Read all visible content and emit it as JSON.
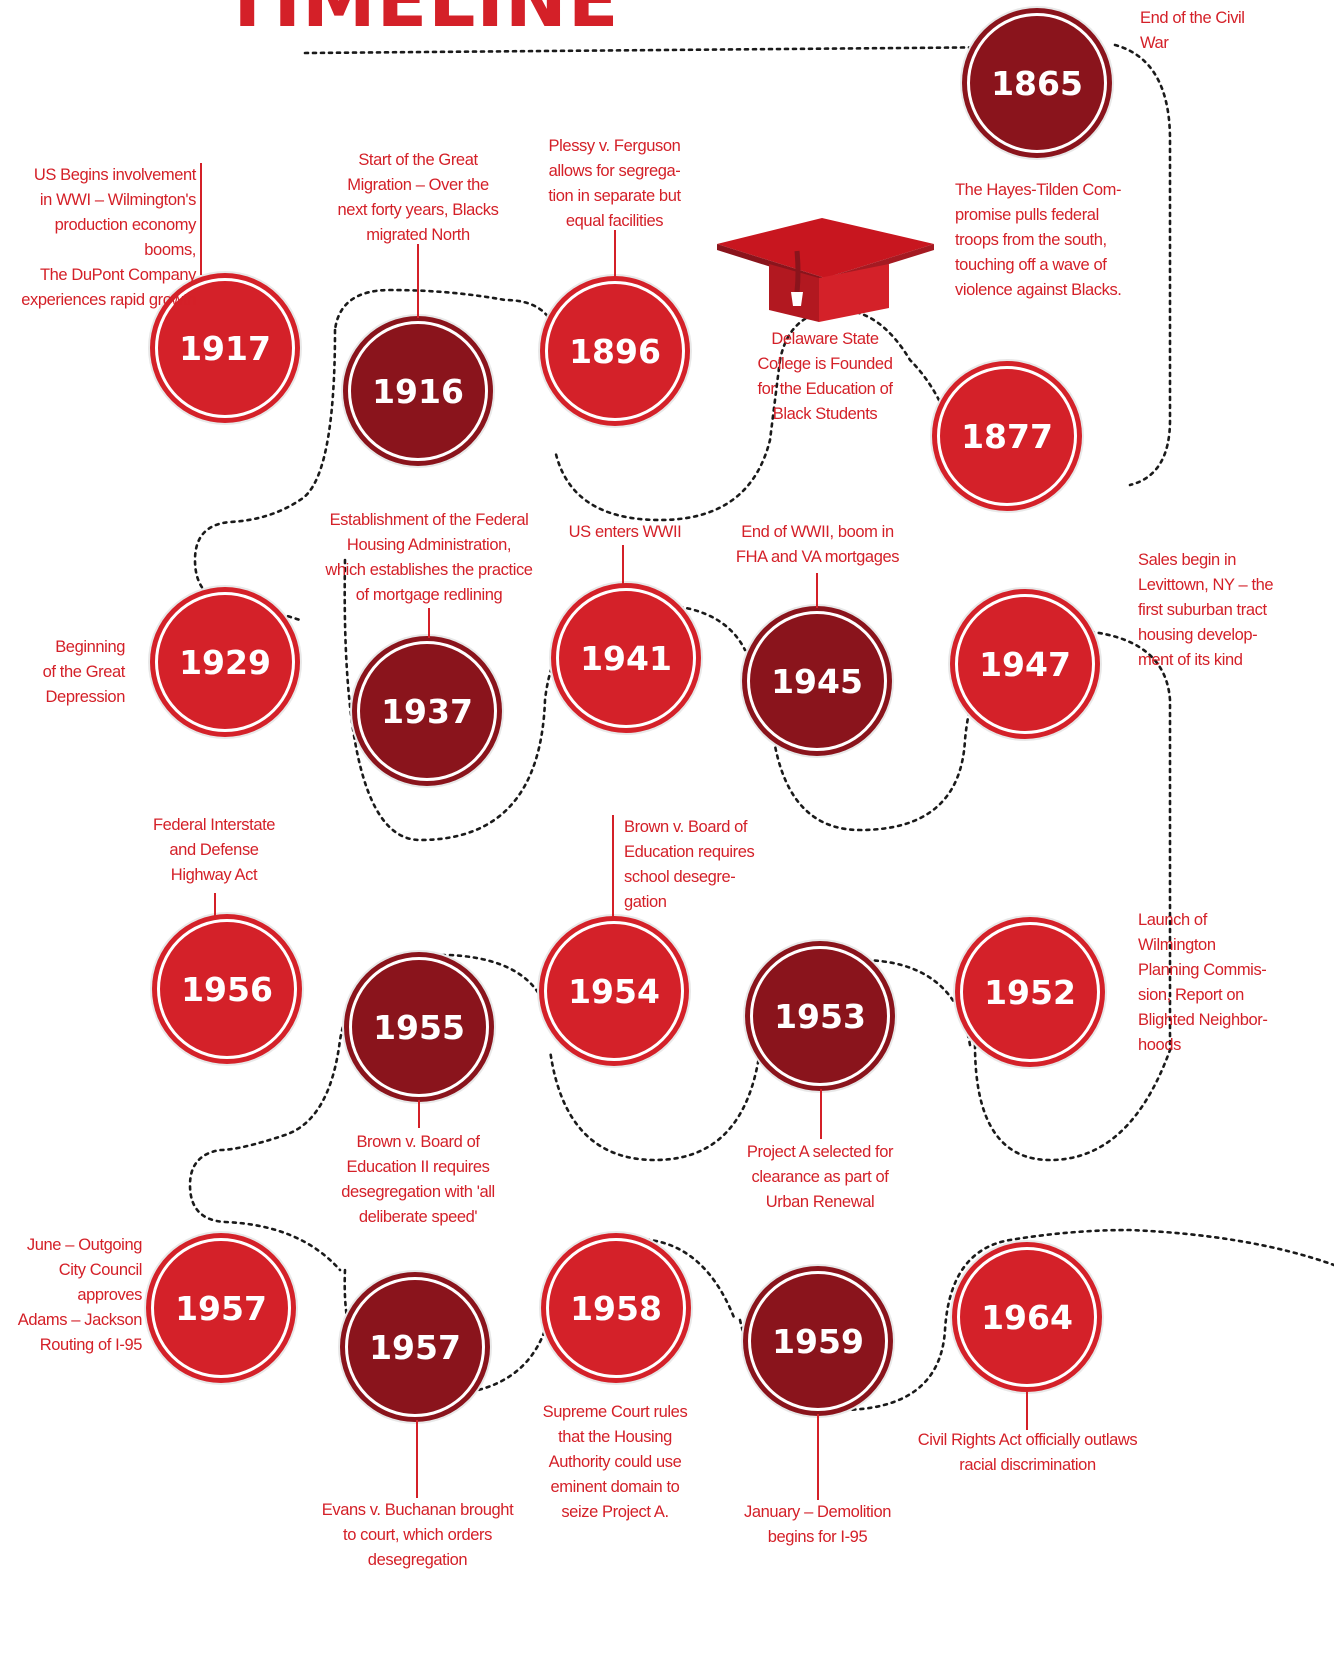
{
  "page": {
    "title": "TIMELINE"
  },
  "colors": {
    "light_red": "#d42129",
    "dark_red": "#8a141c",
    "text_red": "#d42028"
  },
  "icons": {
    "cap": "graduation-cap-icon"
  },
  "events": [
    {
      "year": "1865",
      "label": "End of the Civil War"
    },
    {
      "year": "1877",
      "label": "The Hayes-Tilden Compromise pulls federal troops from the south, touching off a wave of violence against Blacks."
    },
    {
      "year": "1896",
      "label": "Plessy v. Ferguson allows for segregation in separate but equal facilities"
    },
    {
      "year": "1916",
      "label": "Start of the Great Migration – Over the next forty years, Blacks migrated North"
    },
    {
      "year": "1917",
      "label": "US Begins involvement in WWI – Wilmington's production economy booms, The DuPont Company experiences rapid growth"
    },
    {
      "year": "1929",
      "label": "Beginning of the Great Depression"
    },
    {
      "year": "1937",
      "label": "Establishment of the Federal Housing Administration, which establishes the practice of mortgage redlining"
    },
    {
      "year": "1941",
      "label": "US enters WWII"
    },
    {
      "year": "1945",
      "label": "End of WWII, boom in FHA and VA mortgages"
    },
    {
      "year": "1947",
      "label": "Sales begin in Levittown, NY – the first suburban tract housing development of its kind"
    },
    {
      "year": "1952",
      "label": "Launch of Wilmington Planning Commission, Report on Blighted Neighborhoods"
    },
    {
      "year": "1953",
      "label": "Project A selected for clearance as part of Urban Renewal"
    },
    {
      "year": "1954",
      "label": "Brown v. Board of Education requires school desegregation"
    },
    {
      "year": "1955",
      "label": "Brown v. Board of Education II requires desegregation with 'all deliberate speed'"
    },
    {
      "year": "1956",
      "label": "Federal Interstate and Defense Highway Act"
    },
    {
      "year": "1957",
      "label": "June – Outgoing City Council approves Adams – Jackson Routing of I-95"
    },
    {
      "year": "1957",
      "label": "Evans v. Buchanan brought to court, which orders desegregation"
    },
    {
      "year": "1958",
      "label": "Supreme Court rules that the Housing Authority could use eminent domain to seize Project A."
    },
    {
      "year": "1959",
      "label": "January – Demolition begins for I-95"
    },
    {
      "year": "1964",
      "label": "Civil Rights Act officially outlaws racial discrimination"
    }
  ],
  "college": {
    "label": "Delaware State College is Founded for the Education of Black Students"
  },
  "display": {
    "e1865": "End of the Civil\nWar",
    "e1877": "The Hayes-Tilden Com-\npromise pulls federal\ntroops from the south,\ntouching off a wave of\nviolence against Blacks.",
    "e1896": "Plessy v. Ferguson\nallows for segrega-\ntion in separate but\nequal facilities",
    "e1916": "Start of the Great\nMigration – Over the\nnext forty years, Blacks\nmigrated North",
    "e1917": "US Begins involvement\nin WWI – Wilmington's\nproduction economy booms,\nThe DuPont Company\nexperiences rapid growth",
    "e1929": "Beginning\nof the Great\nDepression",
    "e1937": "Establishment of the Federal\nHousing Administration,\nwhich establishes the practice\nof mortgage redlining",
    "e1941": "US enters WWII",
    "e1945": "End of WWII, boom in\nFHA and VA mortgages",
    "e1947": "Sales begin in\nLevittown, NY – the\nfirst suburban tract\nhousing develop-\nment of its kind",
    "e1952": "Launch of\nWilmington\nPlanning Commis-\nsion, Report on\nBlighted Neighbor-\nhoods",
    "e1953": "Project A selected for\nclearance as part of\nUrban Renewal",
    "e1954": "Brown v. Board of\nEducation requires\nschool desegre-\ngation",
    "e1955": "Brown v. Board of\nEducation II requires\ndesegregation with 'all\ndeliberate speed'",
    "e1956": "Federal Interstate\nand Defense\nHighway Act",
    "e1957a": "June – Outgoing\nCity Council\napproves\nAdams – Jackson\nRouting of I-95",
    "e1957b": "Evans v. Buchanan brought\nto court, which orders\ndesegregation",
    "e1958": "Supreme Court rules\nthat the Housing\nAuthority could use\neminent domain to\nseize Project A.",
    "e1959": "January – Demolition\nbegins for I-95",
    "e1964": "Civil Rights Act officially outlaws\nracial  discrimination",
    "college": "Delaware State\nCollege is Founded\nfor the Education of\nBlack Students"
  }
}
